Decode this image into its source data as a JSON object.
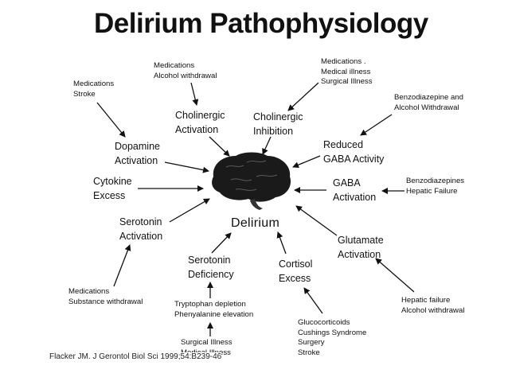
{
  "title": "Delirium Pathophysiology",
  "center": "Delirium",
  "mechanisms": {
    "cholinergic_activation": [
      "Cholinergic",
      "Activation"
    ],
    "cholinergic_inhibition": [
      "Cholinergic",
      "Inhibition"
    ],
    "dopamine_activation": [
      "Dopamine",
      "Activation"
    ],
    "reduced_gaba": [
      "Reduced",
      "GABA Activity"
    ],
    "cytokine_excess": [
      "Cytokine",
      "Excess"
    ],
    "gaba_activation": [
      "GABA",
      "Activation"
    ],
    "serotonin_activation": [
      "Serotonin",
      "Activation"
    ],
    "glutamate_activation": [
      "Glutamate",
      "Activation"
    ],
    "serotonin_deficiency": [
      "Serotonin",
      "Deficiency"
    ],
    "cortisol_excess": [
      "Cortisol",
      "Excess"
    ]
  },
  "causes": {
    "meds_alcohol": [
      "Medications",
      "Alcohol withdrawal"
    ],
    "meds_stroke": [
      "Medications",
      "Stroke"
    ],
    "meds_illness": [
      "Medications  .",
      "Medical illness",
      "Surgical Illness"
    ],
    "benzo_alcohol": [
      "Benzodiazepine and",
      "Alcohol Withdrawal"
    ],
    "benzo_hepatic": [
      "Benzodiazepines",
      "Hepatic Failure"
    ],
    "meds_substance": [
      "Medications",
      "Substance withdrawal"
    ],
    "tryptophan": [
      "Tryptophan depletion",
      "Phenyalanine elevation"
    ],
    "surgical_medical": [
      "Surgical Illness",
      "Medical Illness"
    ],
    "gluco": [
      "Glucocorticoids",
      "Cushings Syndrome",
      "Surgery",
      "Stroke"
    ],
    "hepatic_alcohol": [
      "Hepatic failure",
      "Alcohol withdrawal"
    ]
  },
  "citation": "Flacker JM. J Gerontol Biol Sci 1999;54:B239-46",
  "colors": {
    "text": "#111111",
    "brain": "#1a1a1a",
    "background": "#ffffff"
  }
}
